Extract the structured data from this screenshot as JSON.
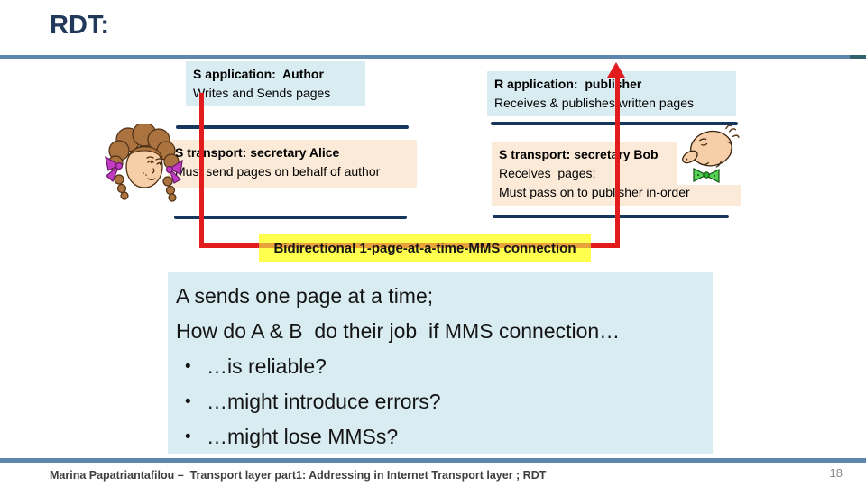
{
  "header": {
    "title": "RDT:"
  },
  "diagram": {
    "sender_app": {
      "title": "S application:  Author",
      "body": "Writes and Sends pages"
    },
    "receiver_app": {
      "title": "R application:  publisher",
      "body": "Receives & publishes written pages"
    },
    "sender_transport": {
      "title": "S transport: secretary Alice",
      "body": "Must send pages on behalf of author"
    },
    "receiver_transport": {
      "title": "S transport: secretary Bob",
      "body1": "Receives  pages;",
      "body2": "Must pass on to publisher in-order"
    },
    "connection_label": "Bidirectional 1-page-at-a-time-MMS connection",
    "icons": {
      "alice": "woman-secretary-clipart",
      "bob": "man-secretary-clipart",
      "arrow": "red-up-arrow"
    }
  },
  "question_box": {
    "bullet_glyph": "•",
    "line1": "A sends one page at a time;",
    "line2": "How do A & B  do their job  if MMS connection…",
    "bullets": [
      "…is reliable?",
      "…might introduce errors?",
      "…might lose MMSs?"
    ]
  },
  "footer": {
    "credit": "Marina Papatriantafilou –  Transport layer part1: Addressing in Internet Transport layer ; RDT",
    "page_number": "18"
  },
  "colors": {
    "title_navy": "#21395a",
    "rule_blue": "#5e86ad",
    "layer_line_navy": "#16365c",
    "arrow_red": "#e21c1c",
    "app_box_blue": "#d9ecf2",
    "transport_box_peach": "#fcead8",
    "highlight_yellow": "#ffff4d"
  }
}
